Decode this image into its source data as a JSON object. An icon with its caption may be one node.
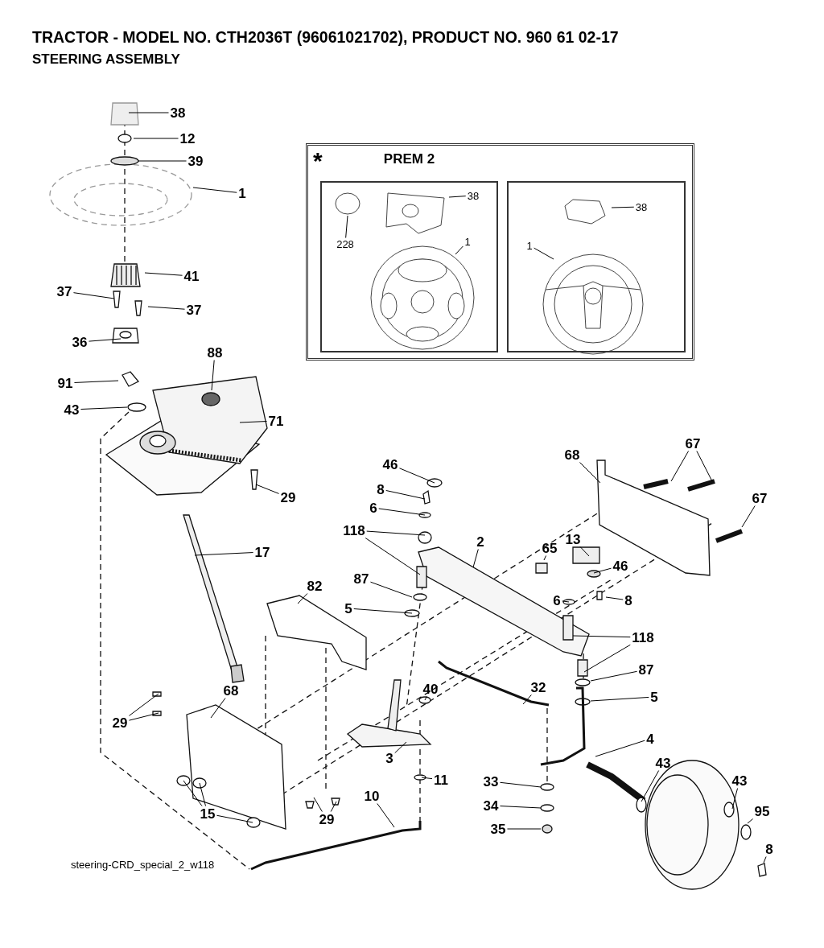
{
  "diagram": {
    "title": "TRACTOR - MODEL NO. CTH2036T (96061021702), PRODUCT NO. 960 61 02-17",
    "nodes": [
      {
        "text": [
          "38"
        ]
      },
      {
        "text": [
          "12"
        ]
      },
      {
        "text": [
          "39"
        ]
      },
      {
        "text": [
          "1"
        ]
      },
      {
        "text": [
          "41"
        ]
      },
      {
        "text": [
          "37"
        ]
      },
      {
        "text": [
          "37"
        ]
      },
      {
        "text": [
          "36"
        ]
      },
      {
        "text": [
          "88"
        ]
      },
      {
        "text": [
          "91"
        ]
      },
      {
        "text": [
          "43"
        ]
      },
      {
        "text": [
          "71"
        ]
      },
      {
        "text": [
          "29"
        ]
      },
      {
        "text": [
          "17"
        ]
      },
      {
        "text": [
          "46"
        ]
      },
      {
        "text": [
          "8"
        ]
      },
      {
        "text": [
          "6"
        ]
      },
      {
        "text": [
          "118"
        ]
      },
      {
        "text": [
          "87"
        ]
      },
      {
        "text": [
          "5"
        ]
      },
      {
        "text": [
          "82"
        ]
      },
      {
        "text": [
          "2"
        ]
      },
      {
        "text": [
          "68"
        ]
      },
      {
        "text": [
          "67"
        ]
      },
      {
        "text": [
          "67"
        ]
      },
      {
        "text": [
          "13"
        ]
      },
      {
        "text": [
          "65"
        ]
      },
      {
        "text": [
          "46"
        ]
      },
      {
        "text": [
          "6"
        ]
      },
      {
        "text": [
          "8"
        ]
      },
      {
        "text": [
          "118"
        ]
      },
      {
        "text": [
          "87"
        ]
      },
      {
        "text": [
          "5"
        ]
      },
      {
        "text": [
          "4"
        ]
      },
      {
        "text": [
          "43"
        ]
      },
      {
        "text": [
          "43"
        ]
      },
      {
        "text": [
          "95"
        ]
      },
      {
        "text": [
          "8"
        ]
      },
      {
        "text": [
          "40"
        ]
      },
      {
        "text": [
          "32"
        ]
      },
      {
        "text": [
          "3"
        ]
      },
      {
        "text": [
          "11"
        ]
      },
      {
        "text": [
          "33"
        ]
      },
      {
        "text": [
          "34"
        ]
      },
      {
        "text": [
          "35"
        ]
      },
      {
        "text": [
          "10"
        ]
      },
      {
        "text": [
          "29"
        ]
      },
      {
        "text": [
          "68"
        ]
      },
      {
        "text": [
          "15"
        ]
      },
      {
        "text": [
          "29"
        ]
      },
      {
        "text": [
          "*"
        ]
      },
      {
        "text": [
          "PREM 2"
        ],
        "in": 50
      },
      {
        "text": [
          "38"
        ],
        "in": 51
      },
      {
        "text": [
          "228"
        ],
        "in": 51
      },
      {
        "text": [
          "1"
        ],
        "in": 51
      },
      {
        "text": [],
        "shape": "box",
        "in": 50
      },
      {
        "text": [
          "38"
        ],
        "in": 55
      },
      {
        "text": [
          "1"
        ],
        "in": 55
      }
    ],
    "edges": [
      {
        "from": 0,
        "to": null,
        "arrow": "none"
      },
      {
        "from": 1,
        "to": null,
        "arrow": "none"
      },
      {
        "from": 2,
        "to": null,
        "arrow": "none"
      },
      {
        "from": 3,
        "to": null,
        "arrow": "none"
      },
      {
        "from": 4,
        "to": null,
        "arrow": "none"
      },
      {
        "from": 5,
        "to": null,
        "arrow": "none"
      },
      {
        "from": 6,
        "to": null,
        "arrow": "none"
      },
      {
        "from": 7,
        "to": null,
        "arrow": "none"
      },
      {
        "from": 8,
        "to": null,
        "arrow": "none"
      },
      {
        "from": 9,
        "to": null,
        "arrow": "none"
      },
      {
        "from": 10,
        "to": null,
        "arrow": "none"
      },
      {
        "from": 11,
        "to": null,
        "arrow": "none"
      },
      {
        "from": 12,
        "to": null,
        "arrow": "none"
      },
      {
        "from": 13,
        "to": null,
        "arrow": "none"
      },
      {
        "from": 14,
        "to": null,
        "arrow": "none"
      },
      {
        "from": 15,
        "to": null,
        "arrow": "none"
      },
      {
        "from": 16,
        "to": null,
        "arrow": "none"
      },
      {
        "from": 17,
        "to": null,
        "arrow": "none"
      },
      {
        "from": 17,
        "to": null,
        "arrow": "none"
      },
      {
        "from": 18,
        "to": null,
        "arrow": "none"
      },
      {
        "from": 19,
        "to": null,
        "arrow": "none"
      },
      {
        "from": 20,
        "to": null,
        "arrow": "none"
      },
      {
        "from": 21,
        "to": null,
        "arrow": "none"
      },
      {
        "from": 22,
        "to": null,
        "arrow": "none"
      },
      {
        "from": 23,
        "to": null,
        "arrow": "none"
      },
      {
        "from": 23,
        "to": null,
        "arrow": "none"
      },
      {
        "from": 24,
        "to": null,
        "arrow": "none"
      },
      {
        "from": 25,
        "to": null,
        "arrow": "none"
      },
      {
        "from": 26,
        "to": null,
        "arrow": "none"
      },
      {
        "from": 27,
        "to": null,
        "arrow": "none"
      },
      {
        "from": 28,
        "to": null,
        "arrow": "none"
      },
      {
        "from": 29,
        "to": null,
        "arrow": "none"
      },
      {
        "from": 30,
        "to": null,
        "arrow": "none"
      },
      {
        "from": 30,
        "to": null,
        "arrow": "none"
      },
      {
        "from": 31,
        "to": null,
        "arrow": "none"
      },
      {
        "from": 32,
        "to": null,
        "arrow": "none"
      },
      {
        "from": 33,
        "to": null,
        "arrow": "none"
      },
      {
        "from": 34,
        "to": null,
        "arrow": "none"
      },
      {
        "from": 35,
        "to": null,
        "arrow": "none"
      },
      {
        "from": 36,
        "to": null,
        "arrow": "none"
      },
      {
        "from": 37,
        "to": null,
        "arrow": "none"
      },
      {
        "from": 38,
        "to": null,
        "arrow": "none"
      },
      {
        "from": 39,
        "to": null,
        "arrow": "none"
      },
      {
        "from": 40,
        "to": null,
        "arrow": "none"
      },
      {
        "from": 41,
        "to": null,
        "arrow": "none"
      },
      {
        "from": 42,
        "to": null,
        "arrow": "none"
      },
      {
        "from": 43,
        "to": null,
        "arrow": "none"
      },
      {
        "from": 44,
        "to": null,
        "arrow": "none"
      },
      {
        "from": 45,
        "to": null,
        "arrow": "none"
      },
      {
        "from": 46,
        "to": null,
        "arrow": "none"
      },
      {
        "from": 46,
        "to": null,
        "arrow": "none"
      },
      {
        "from": 47,
        "to": null,
        "arrow": "none"
      },
      {
        "from": 48,
        "to": null,
        "arrow": "none"
      },
      {
        "from": 48,
        "to": null,
        "arrow": "none"
      },
      {
        "from": 48,
        "to": null,
        "arrow": "none"
      },
      {
        "from": 49,
        "to": null,
        "arrow": "none"
      },
      {
        "from": 49,
        "to": null,
        "arrow": "none"
      },
      {
        "from": 52,
        "to": null,
        "arrow": "none"
      },
      {
        "from": 53,
        "to": null,
        "arrow": "none"
      },
      {
        "from": 54,
        "to": null,
        "arrow": "none"
      },
      {
        "from": 56,
        "to": null,
        "arrow": "none"
      },
      {
        "from": 57,
        "to": null,
        "arrow": "none"
      }
    ],
    "labels": [
      "STEERING ASSEMBLY",
      "steering-CRD_special_2_w118"
    ]
  }
}
